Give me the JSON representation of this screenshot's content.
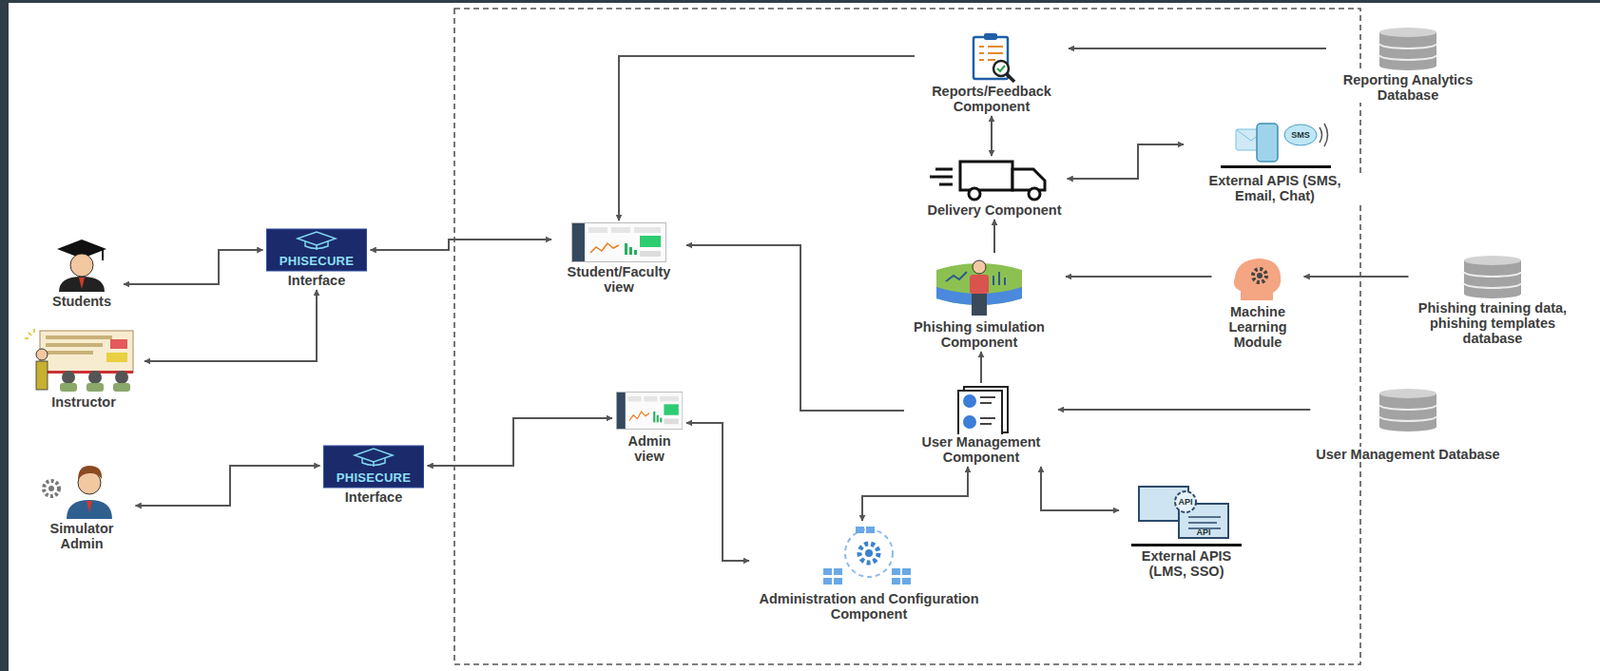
{
  "diagram": {
    "nodes": [
      {
        "text": [
          "Reports/Feedback Component"
        ]
      },
      {
        "text": [
          "Reporting Analytics Database"
        ]
      },
      {
        "text": [
          "External APIS (SMS, Email, Chat)"
        ]
      },
      {
        "text": [
          "Delivery Component"
        ]
      },
      {
        "text": [
          "Students"
        ]
      },
      {
        "text": [
          "PHISECURE",
          "Interface"
        ]
      },
      {
        "text": [
          "Student/Faculty view"
        ]
      },
      {
        "text": [
          "Phishing simulation Component"
        ]
      },
      {
        "text": [
          "Machine Learning Module"
        ]
      },
      {
        "text": [
          "Phishing training data, phishing templates database"
        ]
      },
      {
        "text": [
          "Instructor"
        ]
      },
      {
        "text": [
          "User Management Component"
        ]
      },
      {
        "text": [
          "User Management Database"
        ]
      },
      {
        "text": [
          "Admin view"
        ]
      },
      {
        "text": [
          "Simulator Admin"
        ]
      },
      {
        "text": [
          "PHISECURE",
          "Interface"
        ]
      },
      {
        "text": [
          "External APIS (LMS, SSO)"
        ]
      },
      {
        "text": [
          "Administration and Configuration Component"
        ]
      }
    ],
    "edges": [
      {
        "from": 1,
        "to": 0,
        "arrow": "to"
      },
      {
        "from": 0,
        "to": 6,
        "arrow": "to"
      },
      {
        "from": 0,
        "to": 3,
        "arrow": "both"
      },
      {
        "from": 3,
        "to": 2,
        "arrow": "both"
      },
      {
        "from": 7,
        "to": 3,
        "arrow": "to"
      },
      {
        "from": 8,
        "to": 7,
        "arrow": "to"
      },
      {
        "from": 9,
        "to": 8,
        "arrow": "to"
      },
      {
        "from": 11,
        "to": 7,
        "arrow": "to"
      },
      {
        "from": 12,
        "to": 11,
        "arrow": "to"
      },
      {
        "from": 11,
        "to": 16,
        "arrow": "both"
      },
      {
        "from": 11,
        "to": 6,
        "arrow": "to"
      },
      {
        "from": 17,
        "to": 11,
        "arrow": "both"
      },
      {
        "from": 13,
        "to": 17,
        "arrow": "both"
      },
      {
        "from": 5,
        "to": 4,
        "arrow": "both"
      },
      {
        "from": 10,
        "to": 5,
        "arrow": "both"
      },
      {
        "from": 5,
        "to": 6,
        "arrow": "both"
      },
      {
        "from": 15,
        "to": 14,
        "arrow": "both"
      },
      {
        "from": 15,
        "to": 13,
        "arrow": "both"
      }
    ],
    "labels": [
      "SMS",
      "API",
      "API"
    ]
  }
}
